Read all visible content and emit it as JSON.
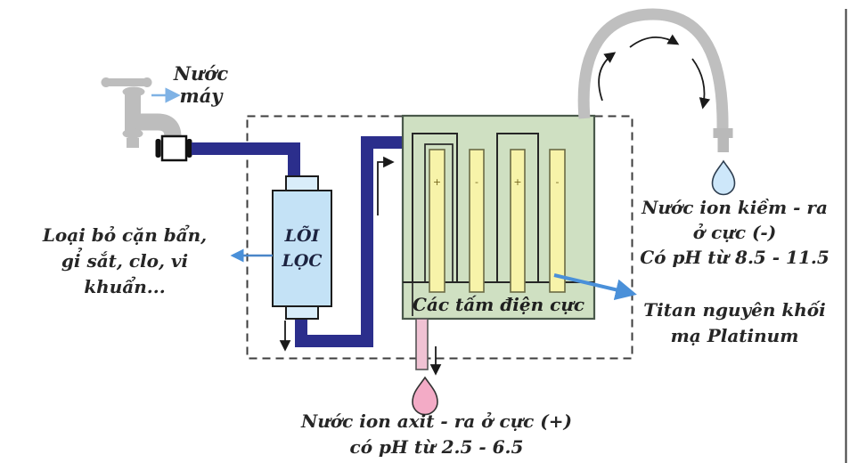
{
  "diagram": {
    "type": "alkaline-water-ionizer-process-diagram",
    "labels": {
      "tap_water": {
        "lines": [
          "Nước",
          "máy"
        ]
      },
      "filter_benefit": {
        "lines": [
          "Loại bỏ cặn bẩn,",
          "gỉ sắt, clo, vi",
          "khuẩn..."
        ]
      },
      "filter_core": {
        "lines": [
          "LÕI",
          "LỌC"
        ]
      },
      "electrode_plates": {
        "text": "Các tấm điện cực"
      },
      "alkaline_output": {
        "lines": [
          "Nước ion kiềm - ra",
          "ở cực (-)",
          "Có pH từ 8.5 - 11.5"
        ]
      },
      "electrode_material": {
        "lines": [
          "Titan nguyên khối",
          "mạ Platinum"
        ]
      },
      "acid_output": {
        "lines": [
          "Nước ion axit - ra ở cực (+)",
          "có pH từ 2.5 - 6.5"
        ]
      }
    },
    "electrolysis": {
      "plates": [
        {
          "polarity": "+"
        },
        {
          "polarity": "-"
        },
        {
          "polarity": "+"
        },
        {
          "polarity": "-"
        }
      ]
    },
    "ph_ranges": {
      "alkaline": "8.5 - 11.5",
      "acid": "2.5 - 6.5"
    },
    "colors": {
      "pipe_navy": "#2b2e8c",
      "faucet_gray": "#bdbdbd",
      "hose_gray": "#bfbfbf",
      "filter_blue": "#c4e2f6",
      "filter_cap_blue": "#d9edfa",
      "chamber_green": "#cfe0c2",
      "plate_yellow": "#f7f3a9",
      "acid_pink": "#f3abc6",
      "acid_tube_pink": "#f0c2d3",
      "alkaline_drop_blue": "#cde7fa",
      "label_arrow_blue": "#4a90d9",
      "tap_arrow_lightblue": "#7fb2e5",
      "flow_arrow_black": "#1a1a1a"
    },
    "icons": [
      "faucet-icon",
      "water-filter-icon",
      "electrolysis-chamber-icon",
      "alkaline-drop-icon",
      "acid-drop-icon",
      "hose-arc-icon"
    ]
  }
}
